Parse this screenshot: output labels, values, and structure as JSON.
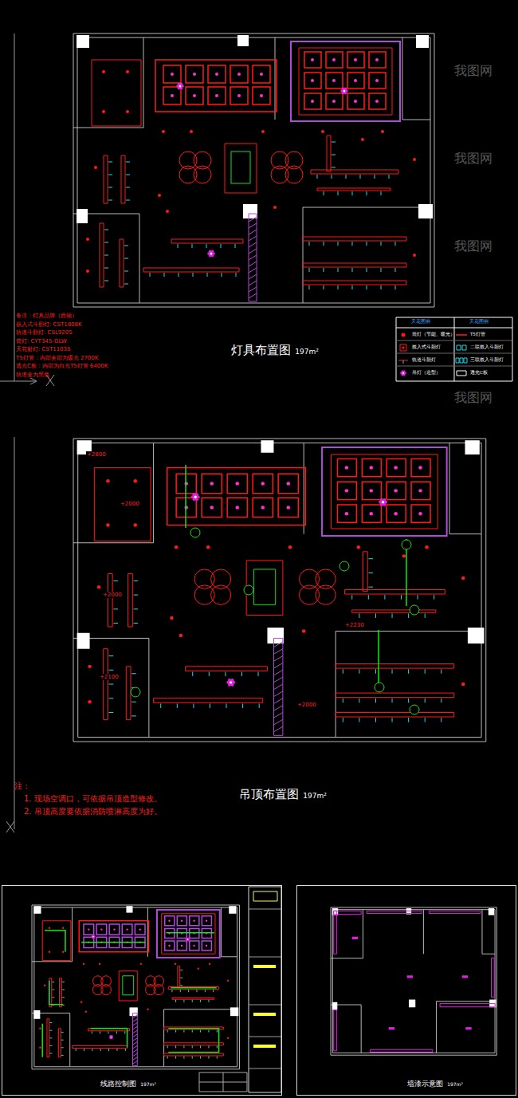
{
  "diagram": {
    "nodes": [
      {
        "text": [
          "灯具布置图",
          "197m²"
        ]
      },
      {
        "text": [
          "吊顶布置图",
          "197m²"
        ]
      },
      {
        "text": [
          "线路控制图",
          "197m²"
        ]
      },
      {
        "text": [
          "墙漆示意图",
          "197m²"
        ]
      }
    ],
    "labels": [
      "备注：灯具品牌（西顿）",
      "嵌入式斗胆灯: CST1808K",
      "轨道斗胆灯: CSL9205",
      "筒灯: CYT345-GLW",
      "天花射灯: CST1103S",
      "T5灯管：内部全部为暖光 2700K",
      "透光C板：内部为白光T5灯管 6400K",
      "轨道全为黑色",
      "天花图例",
      "天花图例",
      "注：",
      "1. 现场空调口，可依据吊顶造型修改。",
      "2. 吊顶高度要依据消防喷淋高度为好。",
      "+2800",
      "+2000",
      "+2000",
      "+2100",
      "+2230",
      "+2000",
      "我图网",
      "我图网",
      "我图网",
      "我图网"
    ],
    "legend": [
      {
        "text": "筒灯（节能、暖光）"
      },
      {
        "text": "嵌入式斗胆灯"
      },
      {
        "text": "轨道斗胆灯"
      },
      {
        "text": "吊灯（造型）"
      },
      {
        "text": "T5灯管"
      },
      {
        "text": "二联嵌入斗胆灯"
      },
      {
        "text": "三联嵌入斗胆灯"
      },
      {
        "text": "透光C板"
      }
    ]
  }
}
